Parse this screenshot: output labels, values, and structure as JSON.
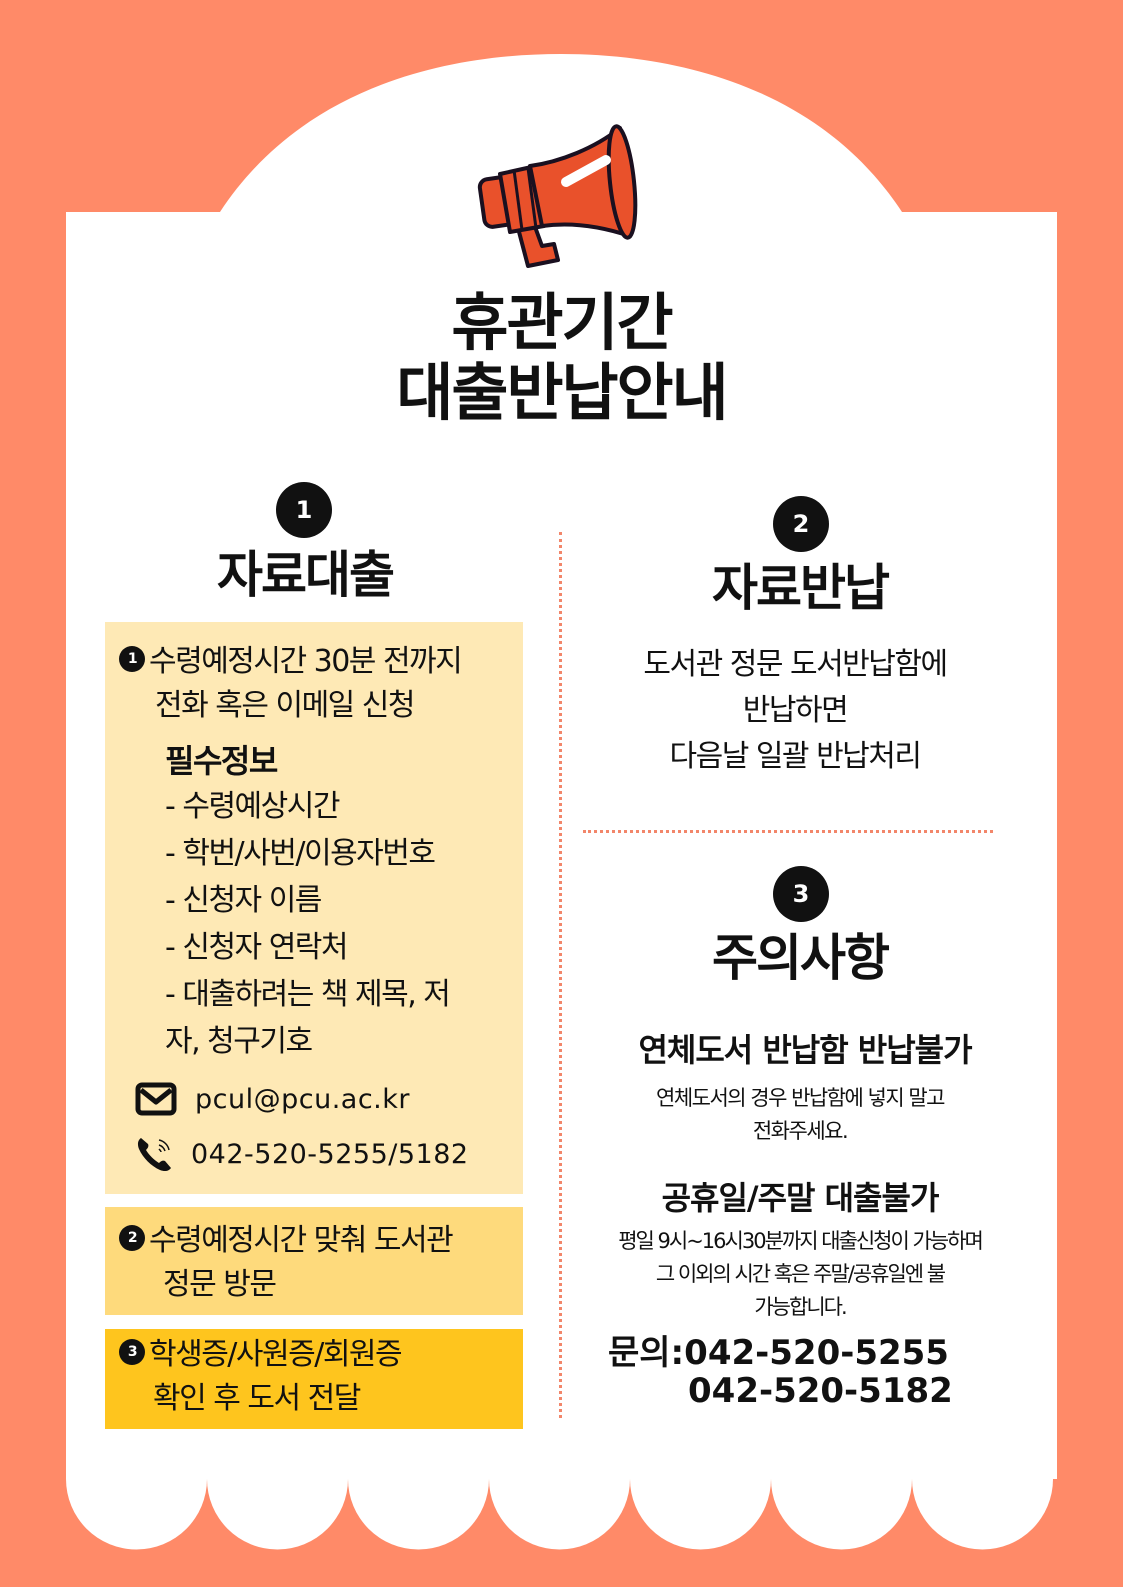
{
  "colors": {
    "background": "#FF8A68",
    "panel": "#FFFFFF",
    "divider": "#F2866A",
    "step1_box": "#FEE9B5",
    "step2_box": "#FEDA7C",
    "step3_box": "#FEC51E",
    "megaphone": "#E9512B"
  },
  "header": {
    "icon": "megaphone-icon",
    "title_line1": "휴관기간",
    "title_line2": "대출반납안내"
  },
  "loan": {
    "number": "1",
    "title": "자료대출",
    "step1": {
      "number": "1",
      "line1": "수령예정시간 30분 전까지",
      "line2": "전화 혹은 이메일 신청",
      "required_heading": "필수정보",
      "required_items": [
        "- 수령예상시간",
        "- 학번/사번/이용자번호",
        "- 신청자 이름",
        "- 신청자 연락처",
        "- 대출하려는 책 제목, 저",
        "자, 청구기호"
      ],
      "email_icon": "envelope-icon",
      "email": "pcul@pcu.ac.kr",
      "phone_icon": "phone-icon",
      "phone": "042-520-5255/5182"
    },
    "step2": {
      "number": "2",
      "line1": "수령예정시간 맞춰 도서관",
      "line2": "정문 방문"
    },
    "step3": {
      "number": "3",
      "line1": "학생증/사원증/회원증",
      "line2": "확인 후 도서 전달"
    }
  },
  "return": {
    "number": "2",
    "title": "자료반납",
    "lines": [
      "도서관 정문 도서반납함에",
      "반납하면",
      "다음날 일괄 반납처리"
    ]
  },
  "caution": {
    "number": "3",
    "title": "주의사항",
    "item1": {
      "heading": "연체도서 반납함 반납불가",
      "lines": [
        "연체도서의 경우 반납함에  넣지 말고",
        "전화주세요."
      ]
    },
    "item2": {
      "heading": "공휴일/주말 대출불가",
      "lines": [
        "평일 9시~16시30분까지 대출신청이 가능하며",
        "그 이외의 시간 혹은 주말/공휴일엔 불",
        "가능합니다."
      ]
    },
    "inquiry_label": "문의:",
    "inquiry_phone1": "042-520-5255",
    "inquiry_phone2": "042-520-5182"
  }
}
